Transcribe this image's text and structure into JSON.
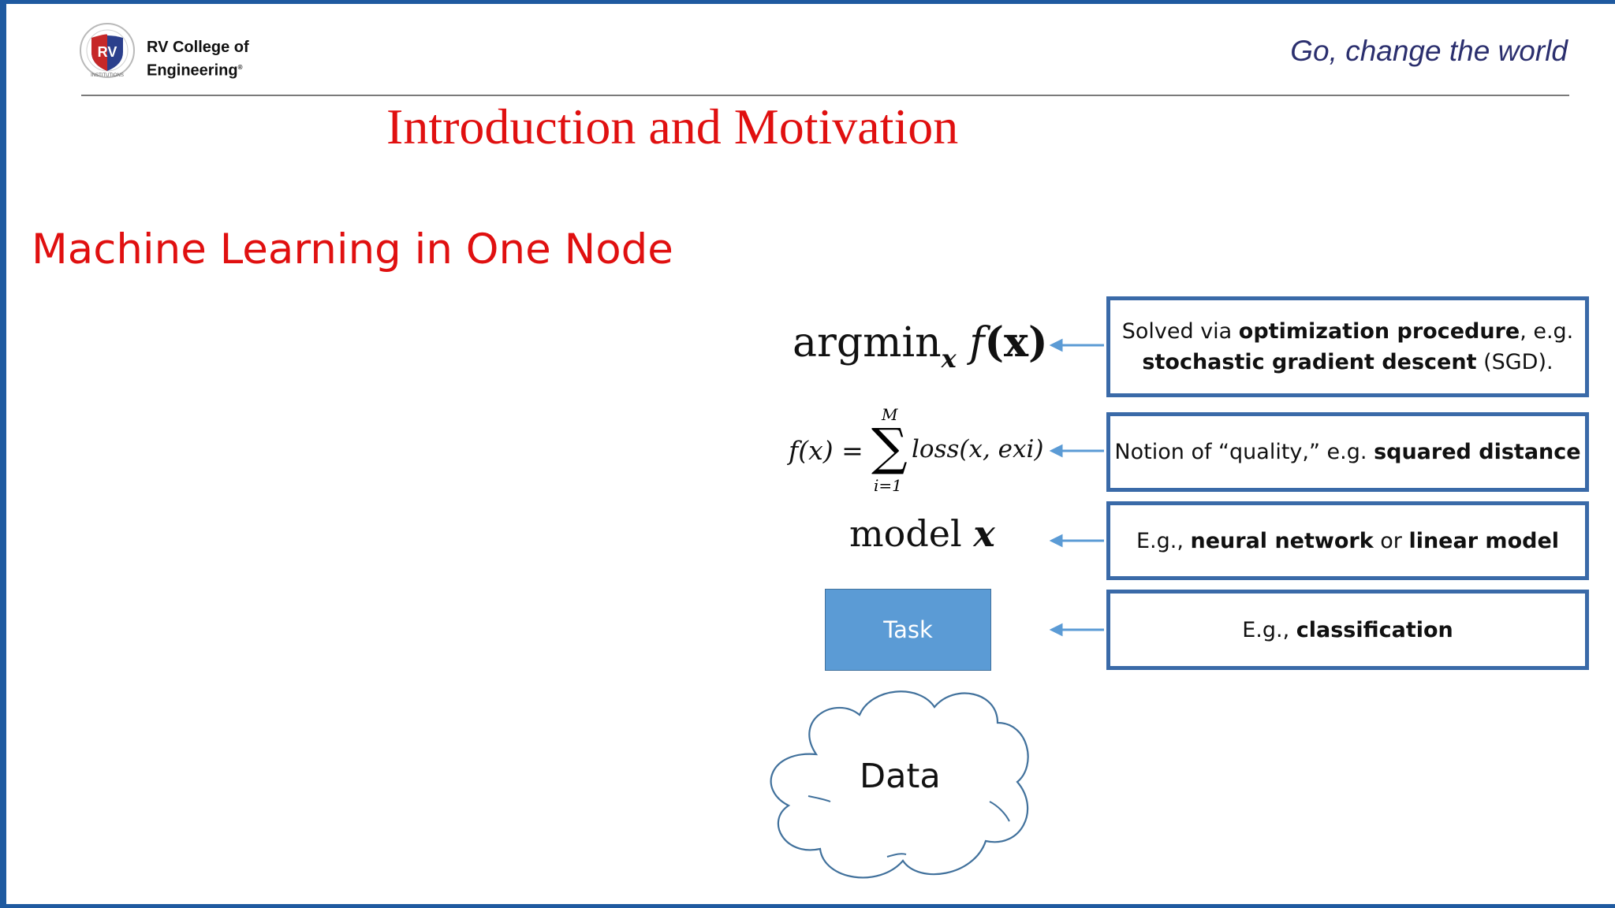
{
  "header": {
    "college_line1": "RV College of",
    "college_line2": "Engineering",
    "registered_mark": "®",
    "logo_letters": "RV",
    "logo_ring_text": "INSTITUTIONS",
    "tagline": "Go, change the world"
  },
  "slide": {
    "title": "Introduction and Motivation",
    "subtitle": "Machine Learning in One Node"
  },
  "equations": {
    "argmin": "argmin",
    "argmin_sub": "x",
    "argmin_f": "f",
    "argmin_arg": "(x)",
    "sum_lhs": "f(x) =",
    "sum_top": "M",
    "sum_bottom": "i=1",
    "sum_rhs": "loss(x, exi)",
    "model_word": "model",
    "model_var": "x"
  },
  "annotations": [
    {
      "pre": "Solved via ",
      "bold1": "optimization procedure",
      "mid": ", e.g.",
      "bold2": "stochastic gradient descent",
      "post": " (SGD)."
    },
    {
      "pre": "Notion of “quality,” e.g. ",
      "bold": "squared distance"
    },
    {
      "pre": "E.g., ",
      "bold1": "neural network",
      "mid": " or ",
      "bold2": "linear model"
    },
    {
      "pre": "E.g., ",
      "bold": "classification"
    }
  ],
  "diagram": {
    "task_label": "Task",
    "data_label": "Data"
  },
  "colors": {
    "accent_red": "#e01010",
    "frame_blue": "#1f5aa0",
    "box_border": "#3a6aa8",
    "task_fill": "#5b9bd5",
    "arrow": "#5b9bd5",
    "tagline": "#2b2f6e"
  }
}
